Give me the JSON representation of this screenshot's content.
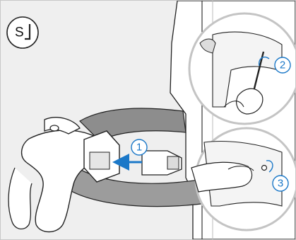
{
  "tool_badge": {
    "letter": "S",
    "icon": "hex-key-icon"
  },
  "steps": [
    {
      "number": "1"
    },
    {
      "number": "2"
    },
    {
      "number": "3"
    }
  ],
  "colors": {
    "accent_blue": "#1b78c8",
    "background": "#efefef",
    "line": "#222222",
    "metal_gray": "#9a9a9a"
  }
}
